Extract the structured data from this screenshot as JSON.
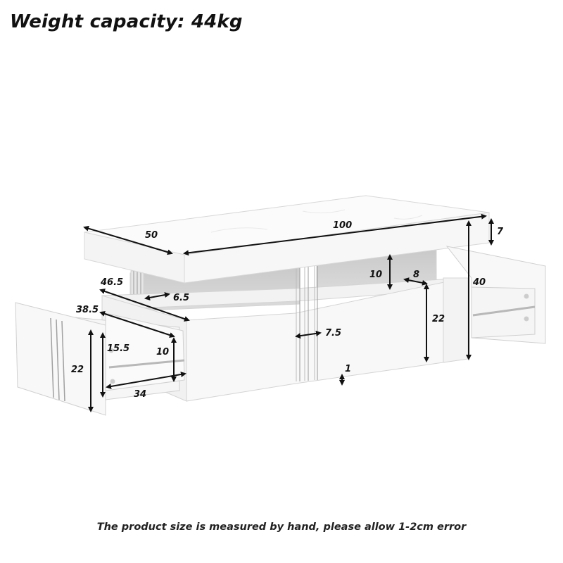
{
  "header": {
    "title": "Weight capacity: 44kg"
  },
  "footer": {
    "note": "The product size is measured by hand, please allow 1-2cm error"
  },
  "product": {
    "type": "coffee table with drawers",
    "units": "cm",
    "dimensions": {
      "depth": "50",
      "length": "100",
      "top_thickness": "7",
      "height": "40",
      "open_shelf_height": "10",
      "shelf_inset": "8",
      "cabinet_height": "22",
      "groove_width": "7.5",
      "leg_clearance": "1",
      "inner_depth": "46.5",
      "shelf_side_width": "6.5",
      "drawer_depth": "38.5",
      "drawer_front_height": "22",
      "drawer_side_height": "15.5",
      "drawer_inner_height": "10",
      "drawer_width": "34"
    }
  }
}
